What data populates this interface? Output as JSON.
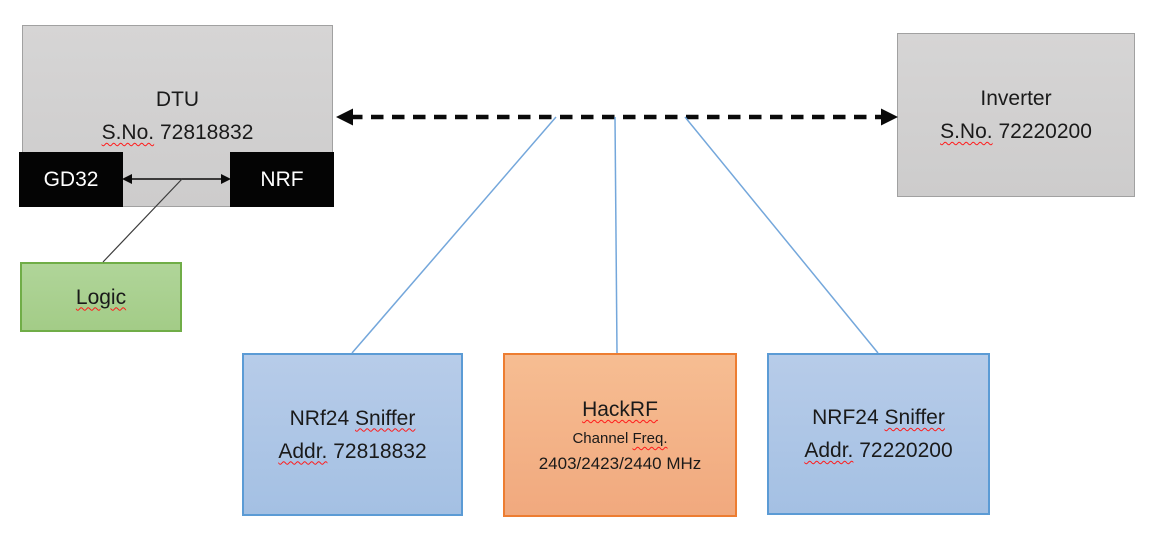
{
  "palette": {
    "gray_fill": "#d2d1d1",
    "gray_border": "#a1a1a1",
    "blue_fill": "#aec6e8",
    "blue_border": "#5b9bd5",
    "orange_fill": "#f4b183",
    "orange_border": "#ed7d31",
    "green_fill": "#a9d18e",
    "green_border": "#70ad47",
    "connector_blue": "#74a7db",
    "arrow_black": "#0a0a0a",
    "spellcheck_red": "#ff1a1a"
  },
  "nodes": {
    "dtu": {
      "title": "DTU",
      "sno_label": "S.No.",
      "sno_value": "72818832"
    },
    "gd32": {
      "label": "GD32"
    },
    "nrf": {
      "label": "NRF"
    },
    "logic": {
      "label": "Logic"
    },
    "inverter": {
      "title": "Inverter",
      "sno_label": "S.No.",
      "sno_value": "72220200"
    },
    "sniffer_left": {
      "line1_prefix": "NRf24",
      "line1_word": "Sniffer",
      "addr_label": "Addr.",
      "addr_value": "72818832"
    },
    "hackrf": {
      "title": "HackRF",
      "line2_prefix": "Channel",
      "line2_word": "Freq.",
      "line3": "2403/2423/2440 MHz"
    },
    "sniffer_right": {
      "line1_prefix": "NRF24",
      "line1_word": "Sniffer",
      "addr_label": "Addr.",
      "addr_value": "72220200"
    }
  },
  "links": [
    {
      "from": "DTU",
      "to": "Inverter",
      "style": "dashed-double-arrow"
    },
    {
      "from": "GD32",
      "to": "NRF",
      "style": "double-arrow"
    },
    {
      "from": "GD32-NRF bus",
      "to": "Logic",
      "style": "line"
    },
    {
      "from": "RF link",
      "to": "NRf24 Sniffer 72818832",
      "style": "tap-line"
    },
    {
      "from": "RF link",
      "to": "HackRF",
      "style": "tap-line"
    },
    {
      "from": "RF link",
      "to": "NRF24 Sniffer 72220200",
      "style": "tap-line"
    }
  ]
}
